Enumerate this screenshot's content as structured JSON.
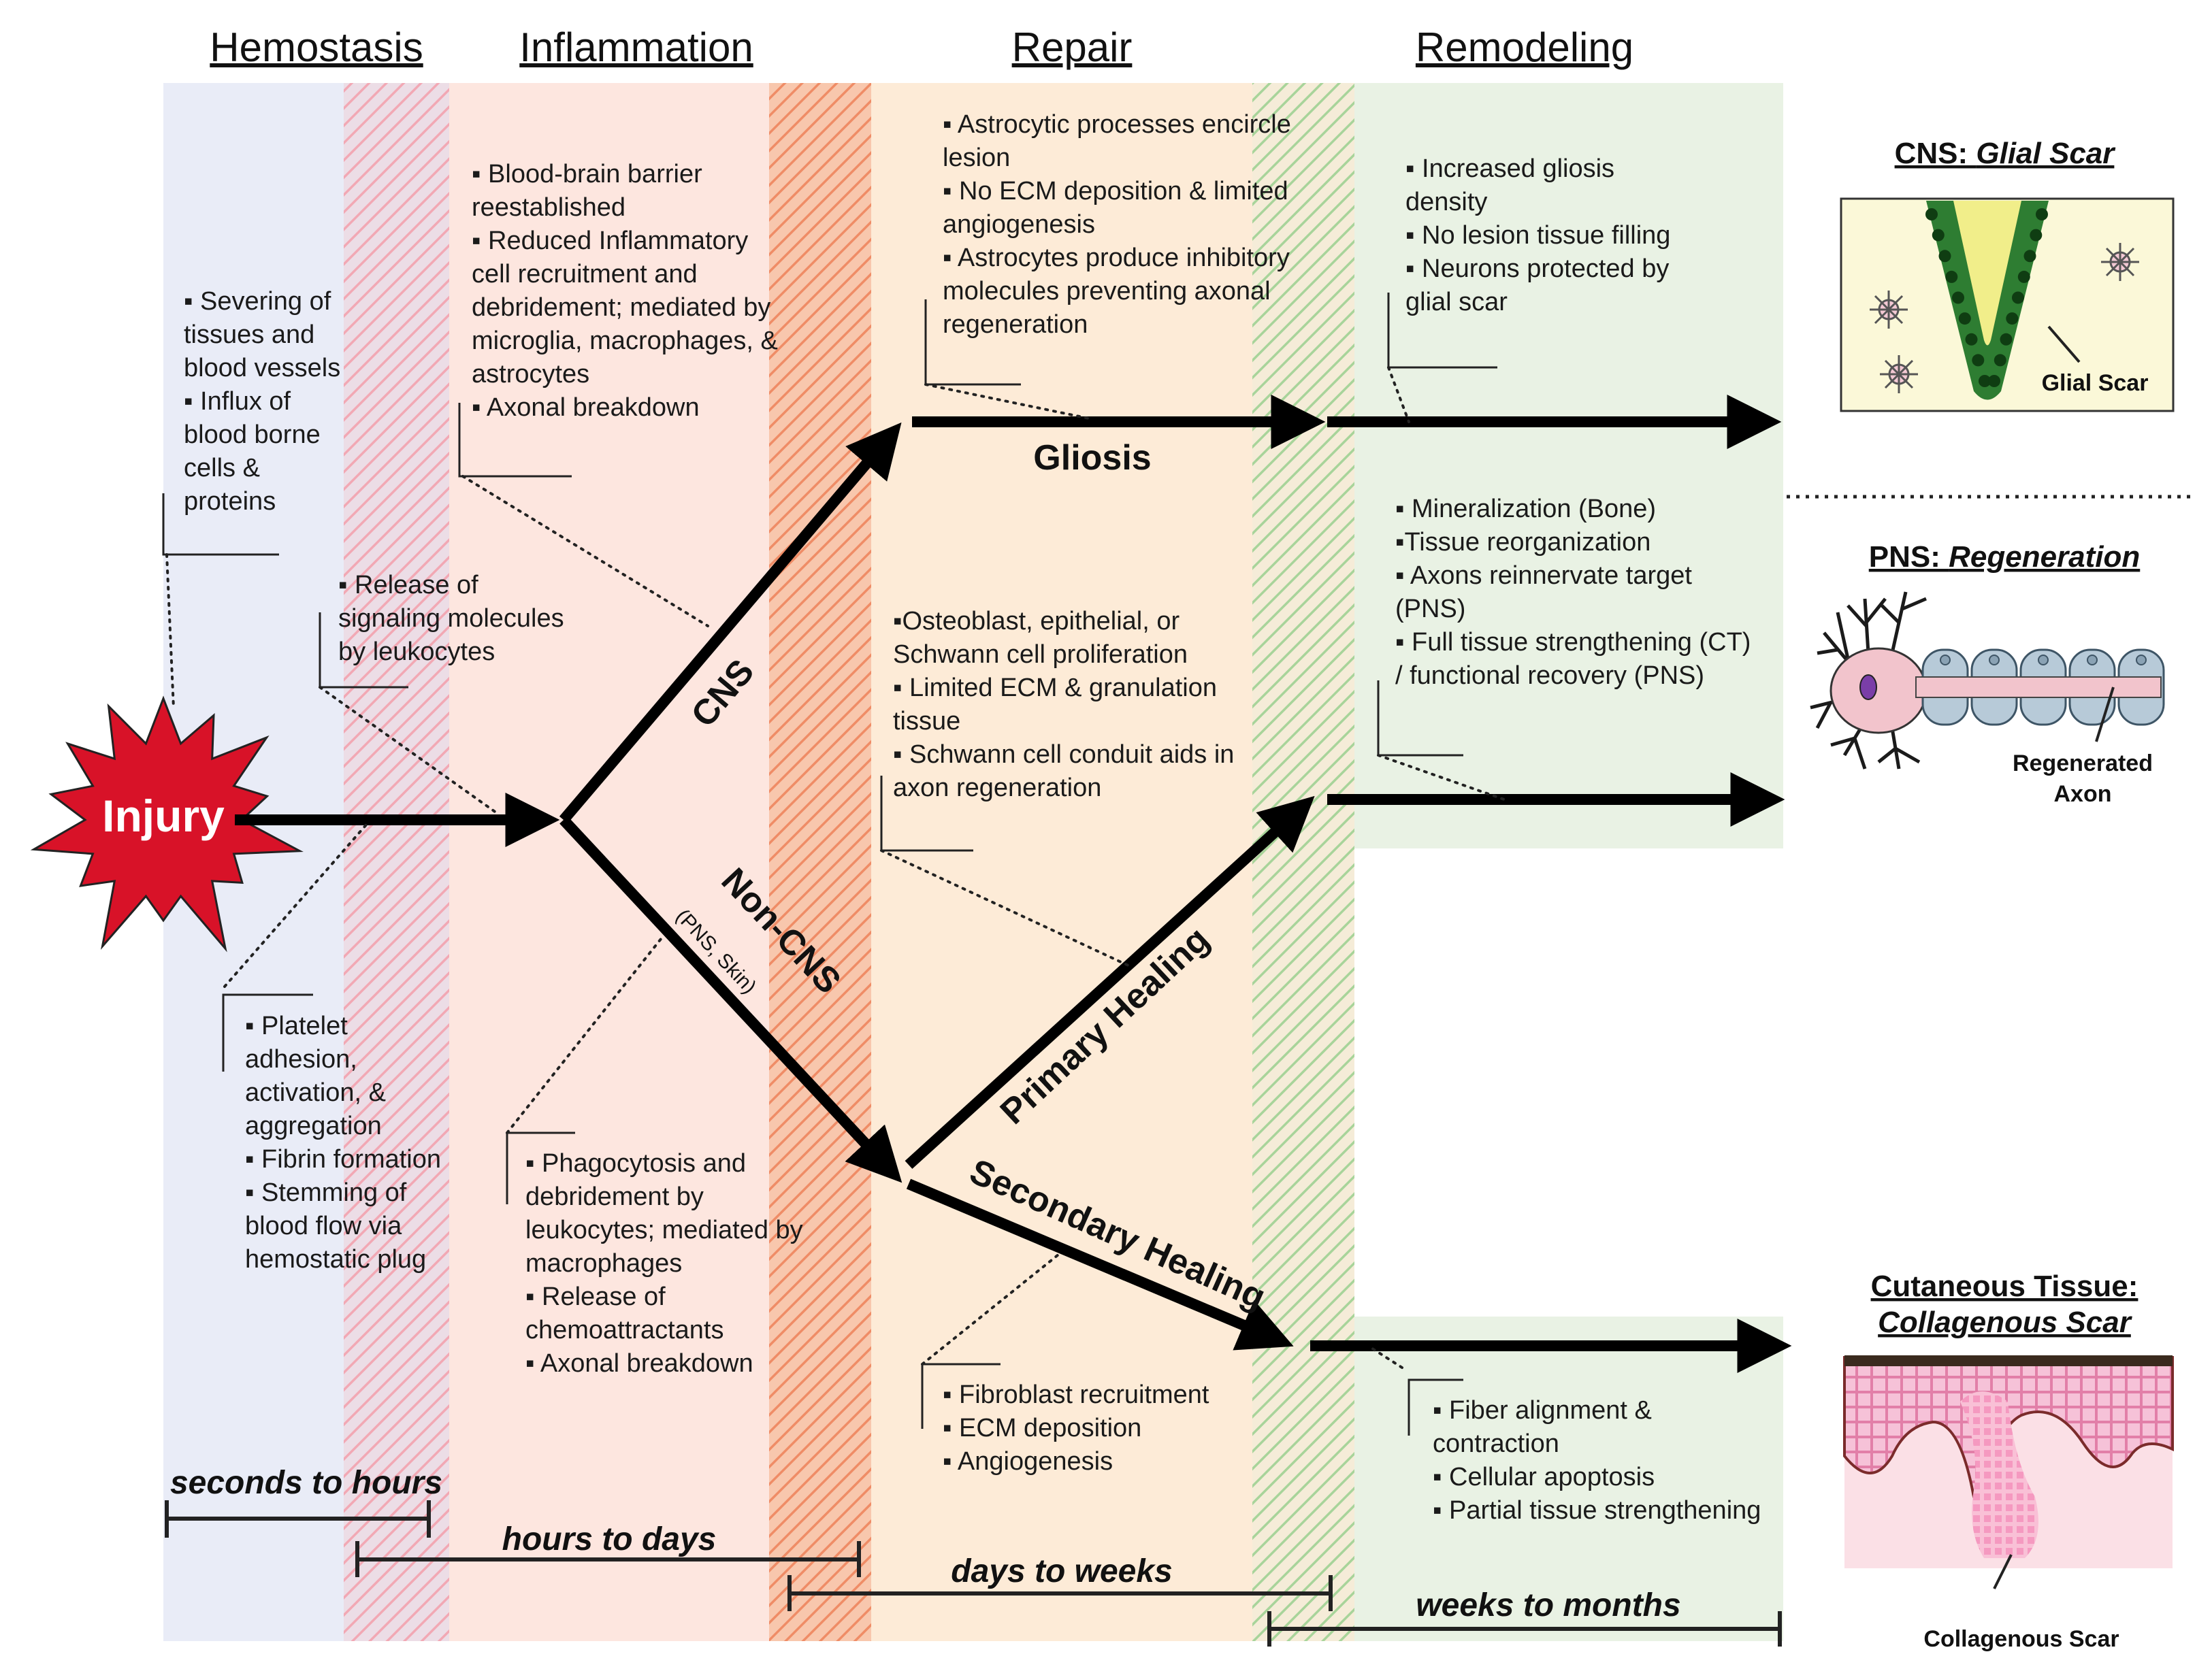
{
  "phases": {
    "hemostasis": "Hemostasis",
    "inflammation": "Inflammation",
    "repair": "Repair",
    "remodeling": "Remodeling"
  },
  "injury_label": "Injury",
  "paths": {
    "cns": "CNS",
    "non_cns": "Non-CNS",
    "non_cns_sub": "(PNS, Skin)",
    "gliosis": "Gliosis",
    "primary": "Primary Healing",
    "secondary": "Secondary Healing"
  },
  "notes": {
    "hemo_top": [
      "▪ Severing of",
      "tissues and",
      "blood vessels",
      "▪ Influx of",
      "blood borne",
      "cells &",
      "proteins"
    ],
    "hemo_bottom": [
      "▪ Platelet",
      "adhesion,",
      "activation, &",
      "aggregation",
      "▪ Fibrin formation",
      "▪ Stemming of",
      "blood flow via",
      "hemostatic plug"
    ],
    "release": [
      "▪ Release of",
      "signaling molecules",
      "by leukocytes"
    ],
    "inflam_cns": [
      "▪ Blood-brain barrier",
      "reestablished",
      "▪ Reduced Inflammatory",
      "cell recruitment and",
      "debridement; mediated by",
      "microglia,  macrophages, &",
      "astrocytes",
      "▪ Axonal breakdown"
    ],
    "inflam_noncns": [
      "▪ Phagocytosis and",
      "debridement by",
      "leukocytes; mediated by",
      "macrophages",
      "▪ Release of",
      "chemoattractants",
      "▪ Axonal breakdown"
    ],
    "repair_cns": [
      "▪ Astrocytic processes encircle",
      "lesion",
      "▪ No ECM deposition & limited",
      "angiogenesis",
      "▪ Astrocytes produce inhibitory",
      "molecules preventing axonal",
      "regeneration"
    ],
    "repair_primary": [
      "▪Osteoblast, epithelial, or",
      "Schwann cell proliferation",
      "▪ Limited ECM & granulation",
      "tissue",
      "▪ Schwann cell conduit aids in",
      "axon regeneration"
    ],
    "repair_secondary": [
      "▪ Fibroblast recruitment",
      "▪ ECM deposition",
      "▪ Angiogenesis"
    ],
    "remod_cns": [
      "▪ Increased gliosis",
      "density",
      "▪ No lesion tissue filling",
      "▪ Neurons protected by",
      "glial scar"
    ],
    "remod_primary": [
      "▪ Mineralization (Bone)",
      "▪Tissue reorganization",
      "▪ Axons reinnervate target",
      "(PNS)",
      "▪ Full tissue strengthening (CT)",
      "/ functional recovery (PNS)"
    ],
    "remod_secondary": [
      "▪ Fiber alignment &",
      "contraction",
      "▪ Cellular apoptosis",
      "▪ Partial tissue strengthening"
    ]
  },
  "timeline": {
    "seconds_hours": "seconds to hours",
    "hours_days": "hours to days",
    "days_weeks": "days to weeks",
    "weeks_months": "weeks to months"
  },
  "panels": {
    "cns_title_a": "CNS: ",
    "cns_title_b": "Glial Scar",
    "cns_label": "Glial Scar",
    "pns_title_a": "PNS: ",
    "pns_title_b": "Regeneration",
    "pns_label_1": "Regenerated",
    "pns_label_2": "Axon",
    "cut_title_1": "Cutaneous Tissue:",
    "cut_title_2": "Collagenous Scar",
    "cut_label": "Collagenous Scar"
  },
  "colors": {
    "hemostasis_bg": "#e9ecf7",
    "inflammation_bg": "#fde6df",
    "repair_bg": "#fdebd7",
    "remodeling_bg": "#e9f2e4",
    "injury_fill": "#d81228"
  }
}
